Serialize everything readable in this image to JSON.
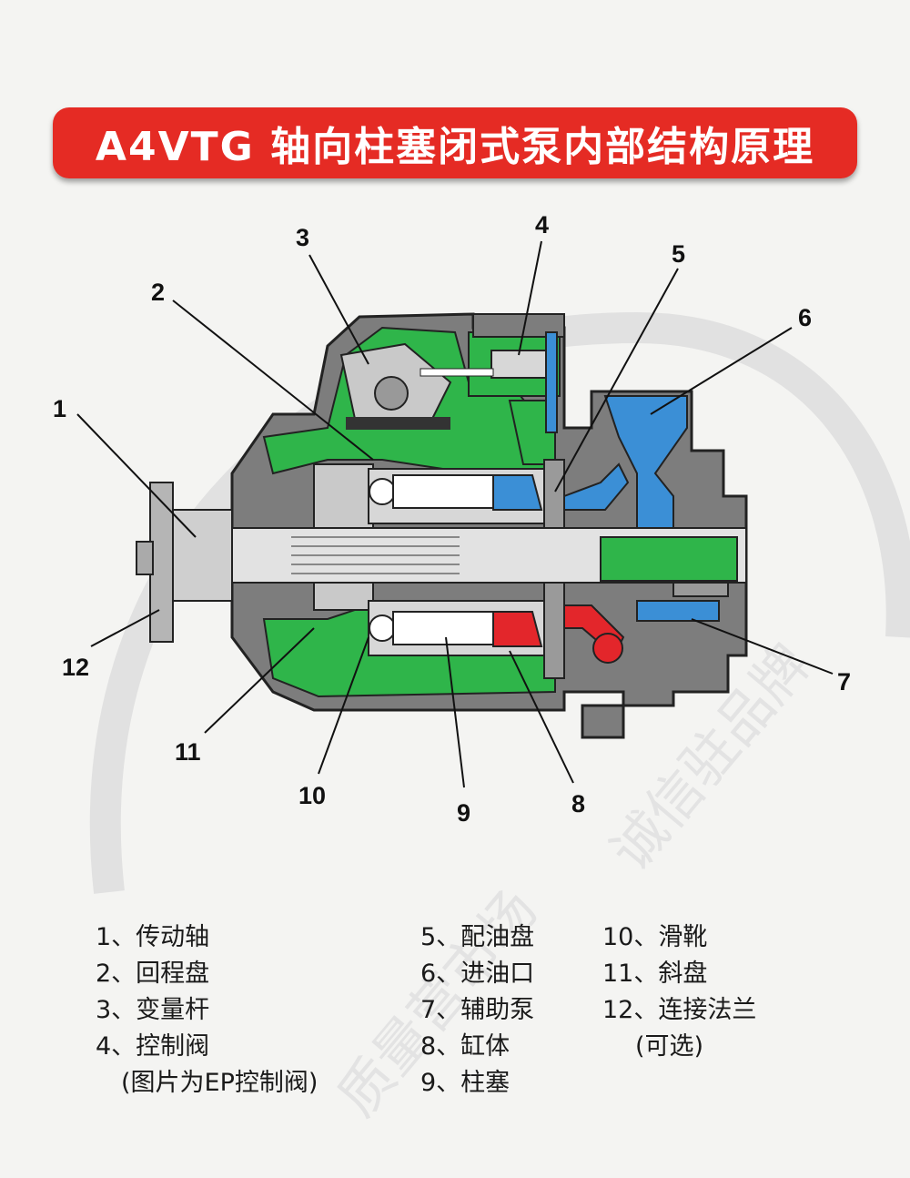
{
  "title": "A4VTG 轴向柱塞闭式泵内部结构原理",
  "callouts": [
    "1",
    "2",
    "3",
    "4",
    "5",
    "6",
    "7",
    "8",
    "9",
    "10",
    "11",
    "12"
  ],
  "legend": {
    "col_a": [
      "1、传动轴",
      "2、回程盘",
      "3、变量杆",
      "4、控制阀",
      "(图片为EP控制阀)"
    ],
    "col_b": [
      "5、配油盘",
      "6、进油口",
      "7、辅助泵",
      "8、缸体",
      "9、柱塞"
    ],
    "col_c": [
      "10、滑靴",
      "11、斜盘",
      "12、连接法兰",
      "(可选)"
    ]
  },
  "watermark": {
    "line1": "质量营市场",
    "line2": "诚信驻品牌"
  },
  "colors": {
    "banner": "#e52b24",
    "housing": "#7d7d7d",
    "oil_green": "#2fb54a",
    "inlet_blue": "#3b8fd6",
    "pressure_red": "#e3262b",
    "metal_light": "#d7d7d7"
  }
}
